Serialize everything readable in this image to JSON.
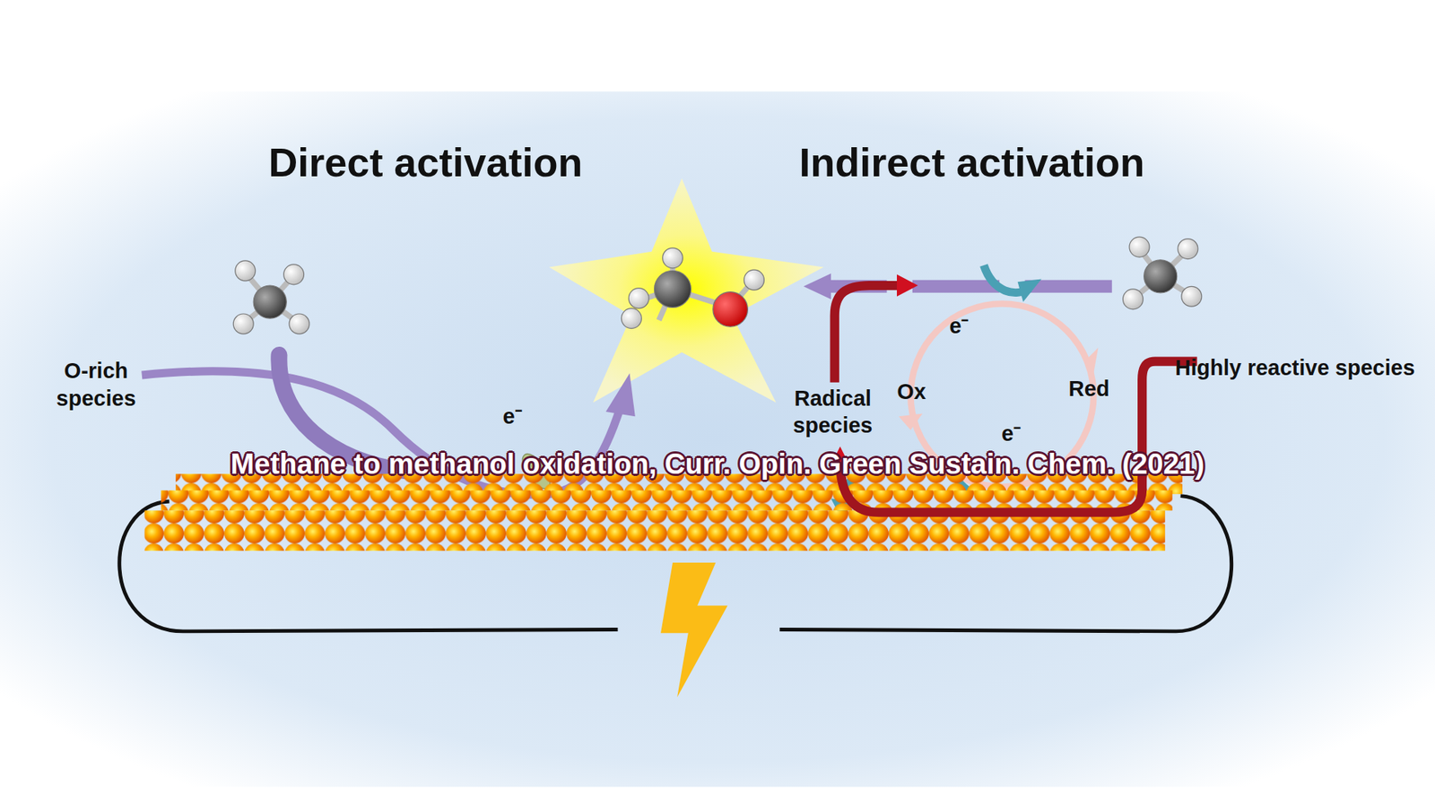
{
  "diagram": {
    "caption": "Methane to methanol oxidation, Curr. Opin. Green Sustain. Chem. (2021)",
    "labels": [
      "Direct activation",
      "Indirect activation",
      "O-rich species",
      "e⁻",
      "e⁻",
      "Radical species",
      "Ox",
      "Red",
      "Highly reactive species",
      "e⁻"
    ]
  }
}
